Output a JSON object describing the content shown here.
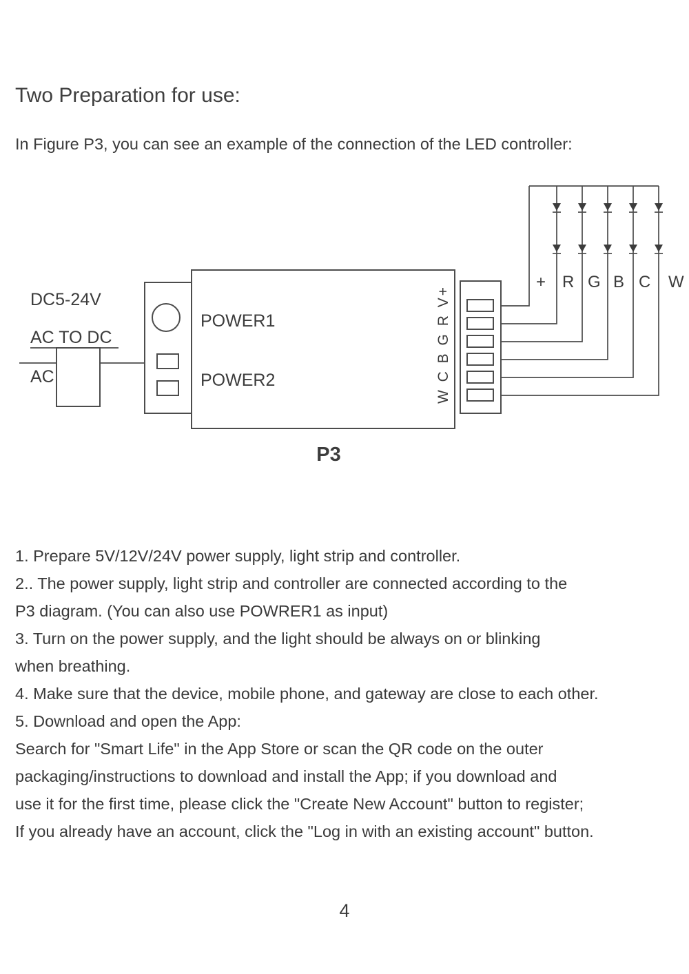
{
  "page": {
    "title": "Two Preparation for use:",
    "intro": "In Figure P3, you can see an example of the connection of the LED controller:",
    "page_number": "4"
  },
  "diagram": {
    "caption": "P3",
    "power_input_label": "DC5-24V",
    "adapter_label": "AC TO DC",
    "ac_label": "AC",
    "port1_label": "POWER1",
    "port2_label": "POWER2",
    "terminal_strip_label": "W C B G R V+",
    "channel_labels": [
      "+",
      "R",
      "G",
      "B",
      "C",
      "W"
    ]
  },
  "steps": {
    "lines": [
      "1. Prepare 5V/12V/24V power supply, light strip and controller.",
      "2.. The power supply, light strip and controller are connected according to the",
      "P3 diagram. (You can also use POWRER1 as input)",
      "3. Turn on the power supply, and the light should be always on or blinking",
      "when breathing.",
      "4. Make sure that the device, mobile phone, and gateway are close to each other.",
      "5. Download and open the App:",
      "Search for \"Smart Life\" in the App Store or scan the QR code on the outer",
      "packaging/instructions to download and install the App; if you download and",
      "use it for the first time, please click the \"Create New Account\" button to register;",
      "If you already have an account, click the \"Log in with an existing account\" button."
    ]
  }
}
